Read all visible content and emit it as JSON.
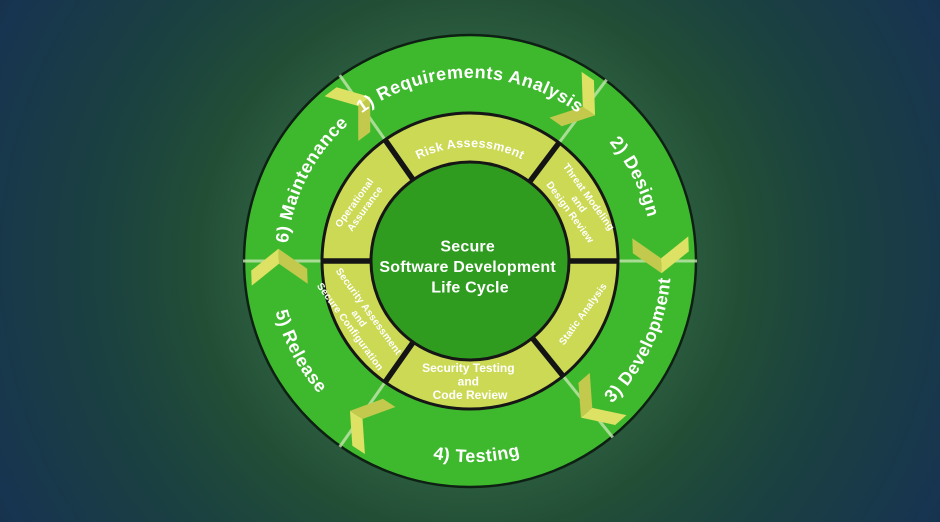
{
  "diagram": {
    "title": "Secure Software Development Life Cycle",
    "center_title": {
      "lines": [
        "Secure",
        "Software Development",
        "Life Cycle"
      ]
    },
    "outer_phases": [
      "1) Requirements Analysis",
      "2) Design",
      "3) Development",
      "4) Testing",
      "5) Release",
      "6) Maintenance"
    ],
    "inner_practices": [
      {
        "lines": [
          "Risk Assessment"
        ]
      },
      {
        "lines": [
          "Threat Modeling",
          "and",
          "Design Review"
        ]
      },
      {
        "lines": [
          "Static Analysis"
        ]
      },
      {
        "lines": [
          "Security Testing",
          "and",
          "Code Review"
        ]
      },
      {
        "lines": [
          "Security Assessment",
          "and",
          "Secure Configuration"
        ]
      },
      {
        "lines": [
          "Operational",
          "Assurance"
        ]
      }
    ],
    "colors": {
      "outer_ring": "#3eb92d",
      "inner_ring": "#cbd955",
      "center_circle": "#2f9c20",
      "arrow_light": "#dde164",
      "arrow_dark": "#c2c94d",
      "divider_outer": "#c8e7b2",
      "divider_inner": "#141414",
      "text": "#ffffff",
      "background_glow": "#2a5a3d",
      "background_corner": "#142c42"
    }
  }
}
